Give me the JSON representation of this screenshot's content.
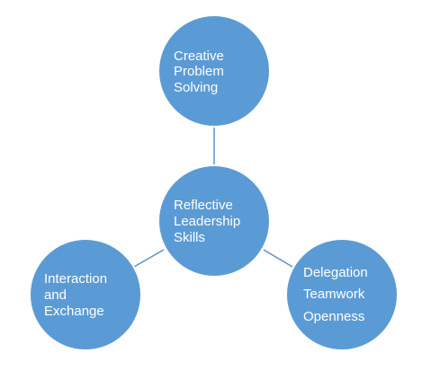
{
  "nodes": {
    "top": {
      "lines": [
        "Creative",
        "Problem",
        "Solving"
      ]
    },
    "center": {
      "lines": [
        "Reflective",
        "Leadership",
        "Skills"
      ]
    },
    "left": {
      "lines": [
        "Interaction",
        "and",
        "Exchange"
      ]
    },
    "right": {
      "lines": [
        "Delegation",
        "Teamwork",
        "Openness"
      ]
    }
  },
  "colors": {
    "node_fill": "#5b9bd5",
    "connector": "#5b93c8",
    "text": "#ffffff"
  }
}
